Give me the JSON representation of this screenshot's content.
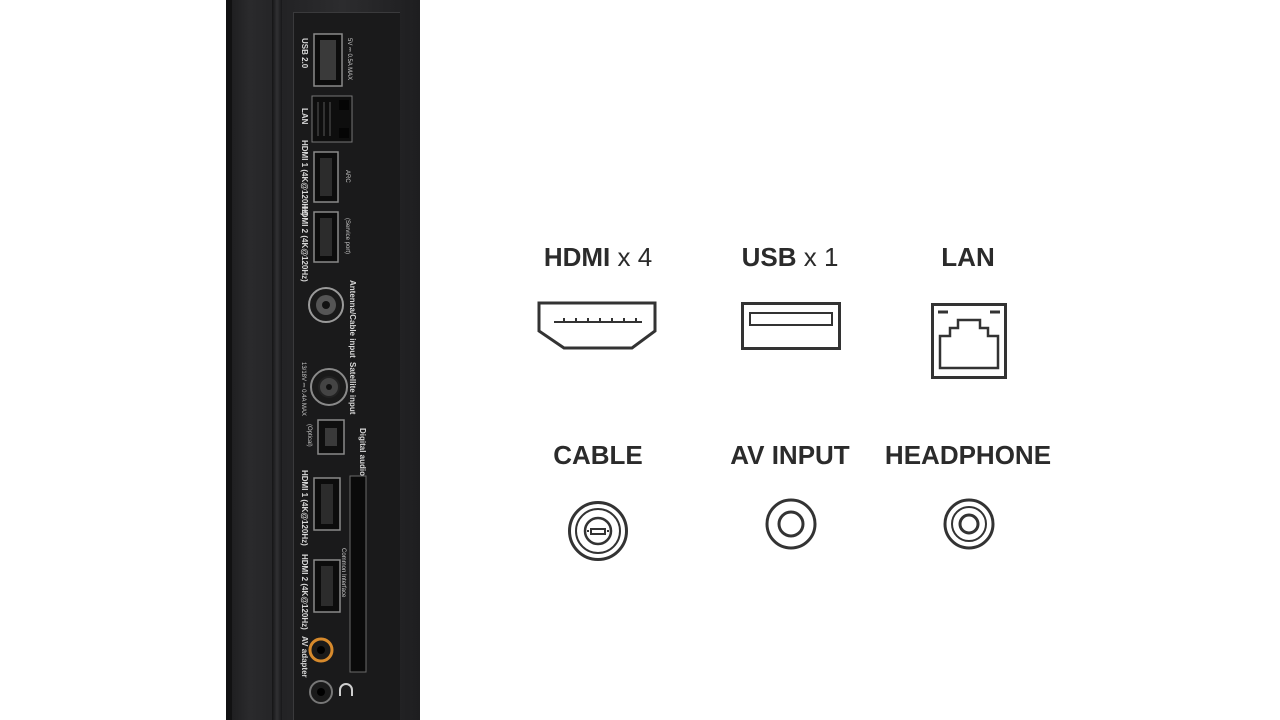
{
  "tv_back": {
    "ports": [
      {
        "label": "USB 2.0",
        "note": "5V ⎓ 0.5A MAX",
        "icon": "usb-port-icon"
      },
      {
        "label": "LAN",
        "note": "",
        "icon": "lan-port-icon"
      },
      {
        "label": "HDMI 1 (4K@120Hz)",
        "note": "ARC",
        "icon": "hdmi-port-icon"
      },
      {
        "label": "HDMI 2 (4K@120Hz)",
        "note": "(Service port)",
        "icon": "hdmi-port-icon"
      },
      {
        "label": "Antenna/Cable input",
        "note": "",
        "icon": "coax-port-icon"
      },
      {
        "label": "Satellite input",
        "note": "13/18V ⎓ 0.4A MAX",
        "icon": "satellite-port-icon"
      },
      {
        "label": "Digital audio out",
        "note": "(Optical)",
        "icon": "optical-port-icon"
      },
      {
        "label": "HDMI 1 (4K@120Hz)",
        "note": "",
        "icon": "hdmi-port-icon"
      },
      {
        "label": "HDMI 2 (4K@120Hz)",
        "note": "Common Interface",
        "icon": "hdmi-port-icon"
      },
      {
        "label": "AV adapter",
        "note": "",
        "icon": "av-jack-icon"
      }
    ]
  },
  "connections": [
    {
      "name": "HDMI",
      "count": "x 4",
      "icon": "hdmi-icon"
    },
    {
      "name": "USB",
      "count": "x 1",
      "icon": "usb-icon"
    },
    {
      "name": "LAN",
      "count": "",
      "icon": "ethernet-icon"
    },
    {
      "name": "CABLE",
      "count": "",
      "icon": "coax-icon"
    },
    {
      "name": "AV INPUT",
      "count": "",
      "icon": "av-input-icon"
    },
    {
      "name": "HEADPHONE",
      "count": "",
      "icon": "headphone-jack-icon"
    }
  ],
  "colors": {
    "label_text": "#2b2b2b",
    "icon_stroke": "#333333",
    "panel_dark": "#1a1a1b",
    "av_jack_accent": "#d78a2c"
  }
}
